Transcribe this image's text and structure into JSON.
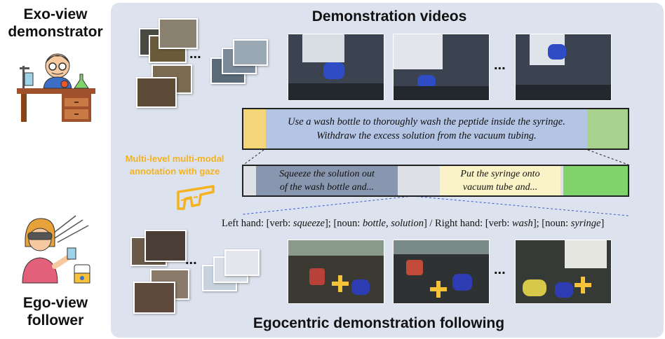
{
  "roles": {
    "exo_line1": "Exo-view",
    "exo_line2": "demonstrator",
    "ego_line1": "Ego-view",
    "ego_line2": "follower"
  },
  "sections": {
    "demo_title": "Demonstration videos",
    "ego_title": "Egocentric demonstration following"
  },
  "annotation": {
    "label_line1": "Multi-level multi-modal",
    "label_line2": "annotation with gaze",
    "high_level_line1": "Use a wash bottle to thoroughly wash the peptide inside the syringe.",
    "high_level_line2": "Withdraw the excess solution from the vacuum tubing.",
    "mid_seg1_line1": "Squeeze the solution out",
    "mid_seg1_line2": "of the wash bottle and...",
    "mid_seg2_line1": "Put the syringe onto",
    "mid_seg2_line2": "vacuum tube and..."
  },
  "hand_annotation": {
    "left_prefix": "Left hand: [verb: ",
    "left_verb": "squeeze",
    "left_mid": "]; [noun: ",
    "left_noun": "bottle, solution",
    "sep": "] / Right hand: [verb: ",
    "right_verb": "wash",
    "right_mid": "]; [noun: ",
    "right_noun": "syringe",
    "end": "]"
  },
  "ellipsis": "...",
  "colors": {
    "panel_bg": "#dde3ee",
    "gaze_yellow": "#f5c23a",
    "high_level_bar": "#b4c4e4",
    "segment_slate": "#8896b0",
    "segment_cream": "#fbf3c8",
    "segment_green": "#7fd36a",
    "bar_green": "#a9d18e",
    "bar_yellow": "#f3d67a"
  }
}
